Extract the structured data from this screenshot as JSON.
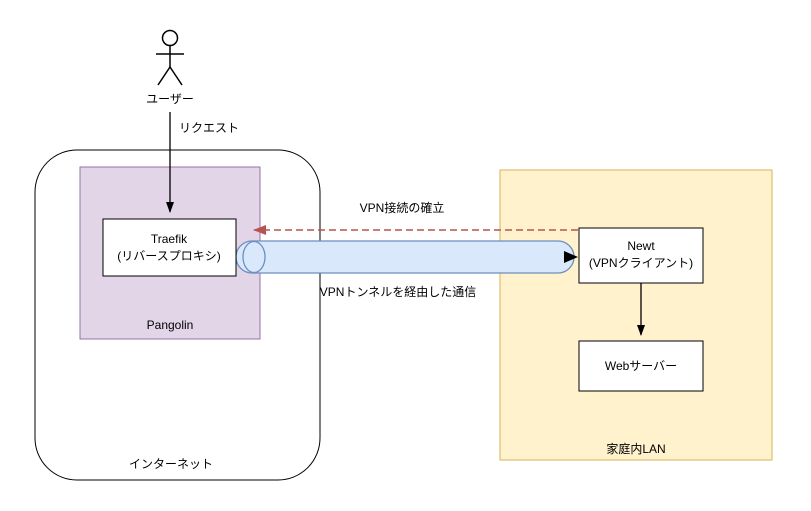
{
  "diagram": {
    "actor": {
      "label": "ユーザー"
    },
    "edges": {
      "request_label": "リクエスト",
      "vpn_establish_label": "VPN接続の確立",
      "vpn_tunnel_label": "VPNトンネルを経由した通信"
    },
    "containers": {
      "internet_label": "インターネット",
      "pangolin_label": "Pangolin",
      "lan_label": "家庭内LAN"
    },
    "nodes": {
      "traefik_line1": "Traefik",
      "traefik_line2": "(リバースプロキシ)",
      "newt_line1": "Newt",
      "newt_line2": "(VPNクライアント)",
      "webserver_label": "Webサーバー"
    },
    "colors": {
      "pangolin_fill": "#E1D5E7",
      "pangolin_stroke": "#9673A6",
      "lan_fill": "#FFF2CC",
      "lan_stroke": "#D6B656",
      "tunnel_fill": "#DAE8FC",
      "tunnel_stroke": "#6C8EBF",
      "red_arrow": "#B85450",
      "line_color": "#000000",
      "node_fill": "#FFFFFF"
    }
  }
}
